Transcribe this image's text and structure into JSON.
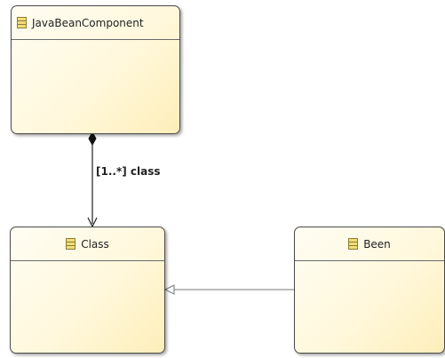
{
  "classes": {
    "javabean": {
      "name": "JavaBeanComponent",
      "icon": "class-icon"
    },
    "class": {
      "name": "Class",
      "icon": "class-icon"
    },
    "been": {
      "name": "Been",
      "icon": "class-icon"
    }
  },
  "associations": {
    "composition": {
      "label": "[1..*] class",
      "type": "composition"
    },
    "generalization": {
      "type": "generalization"
    }
  }
}
